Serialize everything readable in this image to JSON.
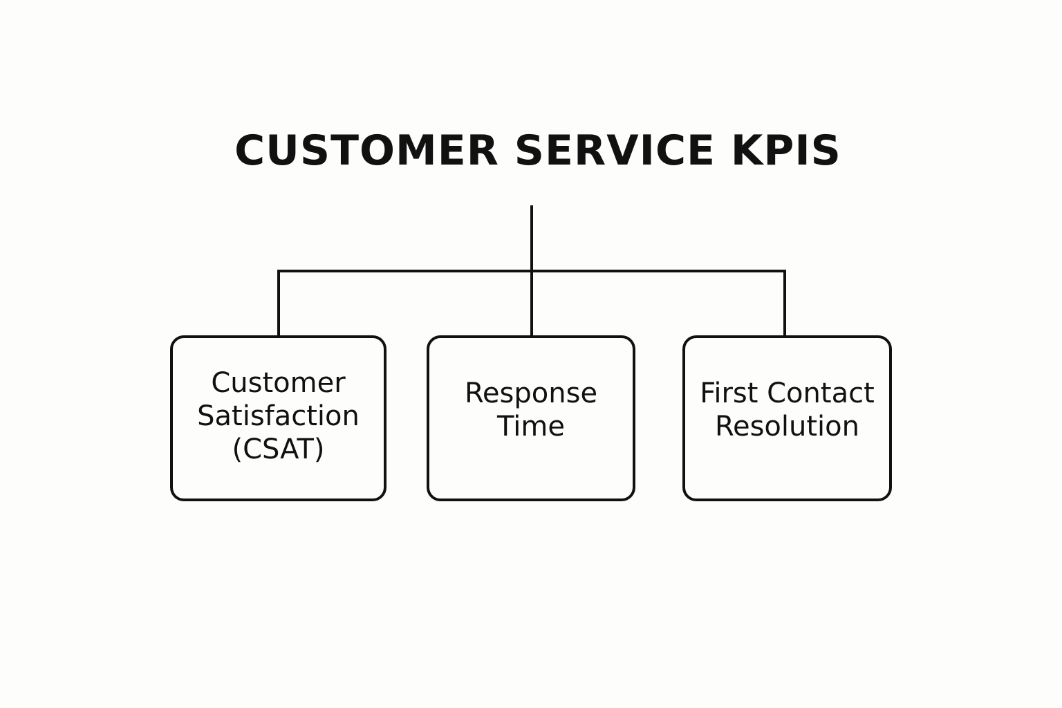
{
  "diagram": {
    "title": "CUSTOMER SERVICE KPIS",
    "nodes": [
      {
        "id": "csat",
        "label": "Customer\nSatisfaction\n(CSAT)"
      },
      {
        "id": "response-time",
        "label": "Response\nTime"
      },
      {
        "id": "fcr",
        "label": "First Contact\nResolution"
      }
    ],
    "colors": {
      "background": "#fdfdfc",
      "stroke": "#111111",
      "text": "#111111"
    }
  }
}
